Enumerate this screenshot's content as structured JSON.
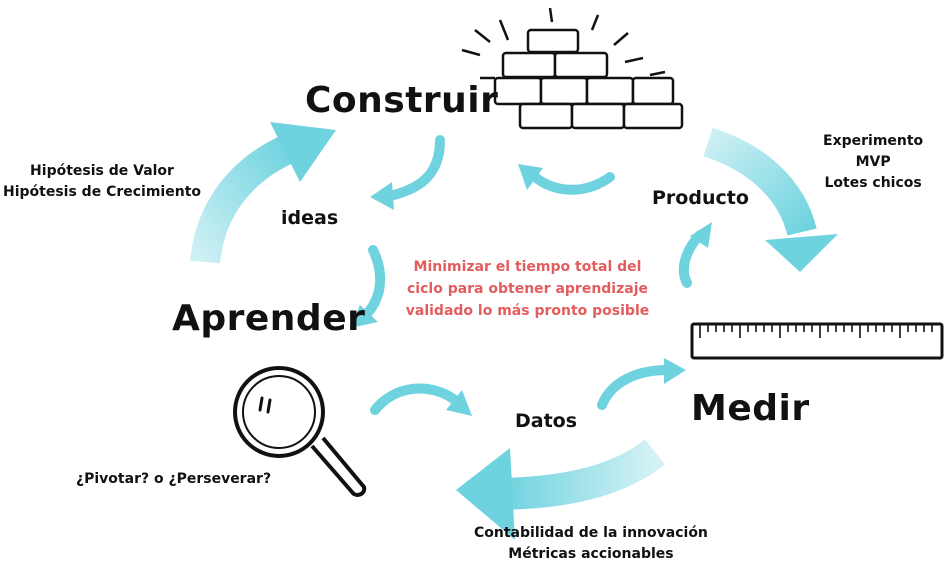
{
  "stages": {
    "build": "Construir",
    "measure": "Medir",
    "learn": "Aprender"
  },
  "flows": {
    "ideas": "ideas",
    "product": "Producto",
    "data": "Datos"
  },
  "center_message": "Minimizar el tiempo total del ciclo para obtener aprendizaje validado lo más pronto posible",
  "notes": {
    "hypotheses": [
      "Hipótesis de Valor",
      "Hipótesis de Crecimiento"
    ],
    "build_tools": [
      "Experimento",
      "MVP",
      "Lotes chicos"
    ],
    "measure_tools": [
      "Contabilidad de la innovación",
      "Métricas accionables"
    ],
    "pivot": "¿Pivotar? o ¿Perseverar?"
  },
  "colors": {
    "arrow": "#6fd3df",
    "ink": "#111111",
    "accent": "#e35d5d"
  },
  "icons": [
    "brick-wall-icon",
    "ruler-icon",
    "magnifying-glass-icon"
  ]
}
